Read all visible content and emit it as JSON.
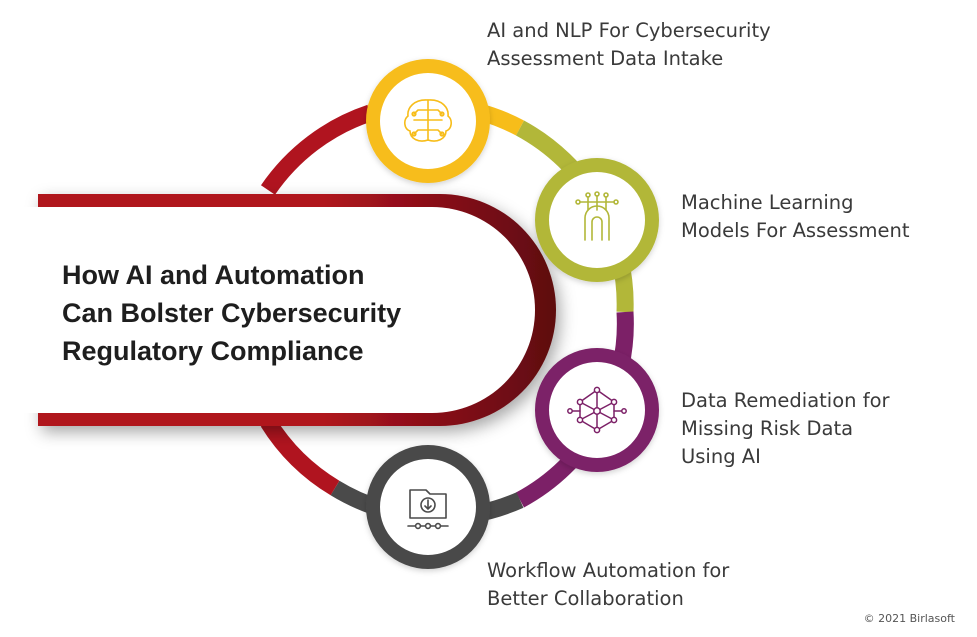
{
  "title_lines": [
    "How AI and Automation",
    "Can Bolster Cybersecurity",
    "Regulatory Compliance"
  ],
  "steps": [
    {
      "lines": [
        "AI and NLP For Cybersecurity",
        "Assessment Data Intake"
      ],
      "color": "#f7bd1a",
      "icon": "ai-brain-circuit-icon"
    },
    {
      "lines": [
        "Machine Learning",
        "Models For Assessment"
      ],
      "color": "#b2b739",
      "icon": "machine-learning-touch-icon"
    },
    {
      "lines": [
        "Data Remediation for",
        "Missing Risk Data",
        "Using AI"
      ],
      "color": "#7c2067",
      "icon": "ai-network-icon"
    },
    {
      "lines": [
        "Workflow Automation for",
        "Better Collaboration"
      ],
      "color": "#4a4a4a",
      "icon": "workflow-folder-icon"
    }
  ],
  "colors": {
    "accent_red": "#b0141f",
    "dark_red": "#7a0e16",
    "step_1": "#f7bd1a",
    "step_2": "#b2b739",
    "step_3": "#7c2067",
    "step_4": "#4a4a4a"
  },
  "copyright": "© 2021 Birlasoft"
}
